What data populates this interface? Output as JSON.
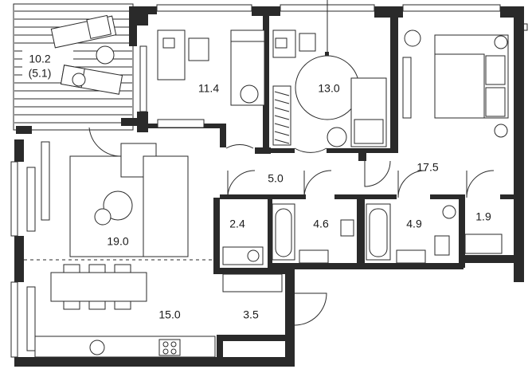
{
  "plan": {
    "rooms": [
      {
        "id": "balcony",
        "label": "10.2",
        "sublabel": "(5.1)"
      },
      {
        "id": "bedroom-small",
        "label": "11.4"
      },
      {
        "id": "bedroom-middle",
        "label": "13.0"
      },
      {
        "id": "bedroom-master",
        "label": "17.5"
      },
      {
        "id": "hall",
        "label": "5.0"
      },
      {
        "id": "storage",
        "label": "2.4"
      },
      {
        "id": "bathroom-1",
        "label": "4.6"
      },
      {
        "id": "bathroom-2",
        "label": "4.9"
      },
      {
        "id": "closet",
        "label": "1.9"
      },
      {
        "id": "living-room",
        "label": "19.0"
      },
      {
        "id": "kitchen-dining",
        "label": "15.0"
      },
      {
        "id": "entrance",
        "label": "3.5"
      }
    ]
  }
}
